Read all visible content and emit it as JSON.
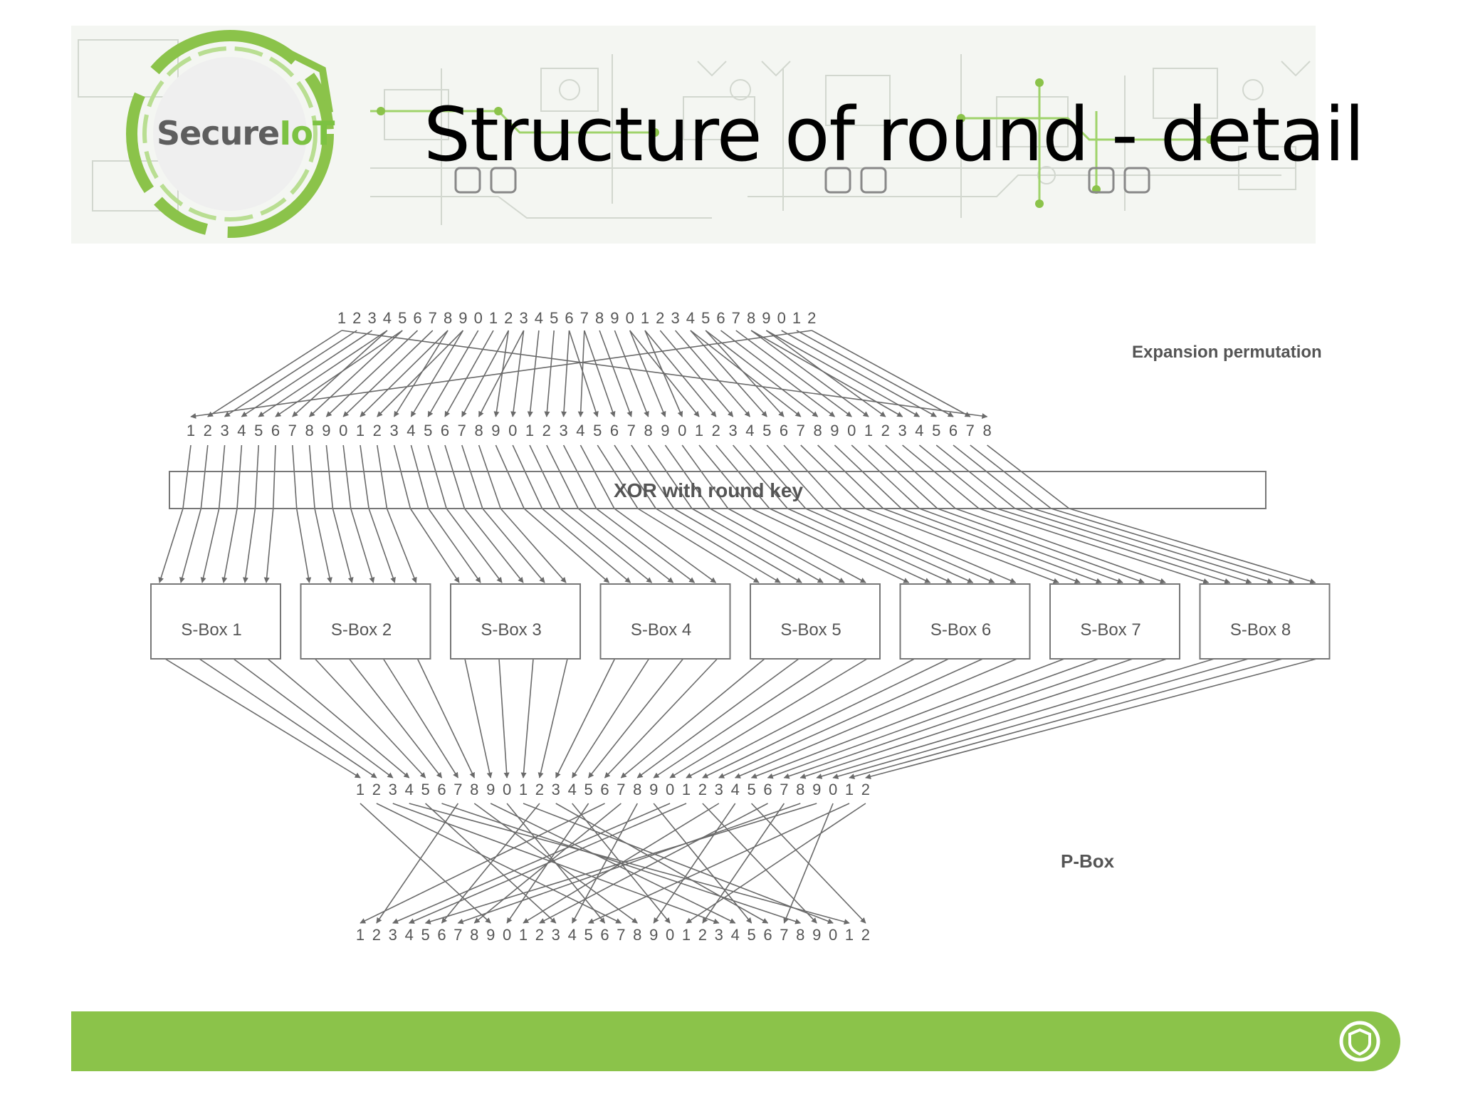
{
  "header": {
    "logo_brand": "Secure",
    "logo_suffix": "IoT",
    "title": "Structure of round - detail"
  },
  "diagram": {
    "digits": [
      "1",
      "2",
      "3",
      "4",
      "5",
      "6",
      "7",
      "8",
      "9",
      "0"
    ],
    "top_row_count": 32,
    "expanded_row_count": 48,
    "sbox_output_row_count": 32,
    "pbox_output_row_count": 32,
    "expansion_label": "Expansion permutation",
    "xor_label": "XOR with round key",
    "sbox_labels": [
      "S-Box 1",
      "S-Box 2",
      "S-Box 3",
      "S-Box 4",
      "S-Box 5",
      "S-Box 6",
      "S-Box 7",
      "S-Box 8"
    ],
    "pbox_label": "P-Box"
  },
  "colors": {
    "accent_green": "#8bc34a",
    "logo_green": "#7cc242",
    "line_gray": "#6a6a6a"
  },
  "icons": {
    "footer": "shield-circle-icon"
  }
}
